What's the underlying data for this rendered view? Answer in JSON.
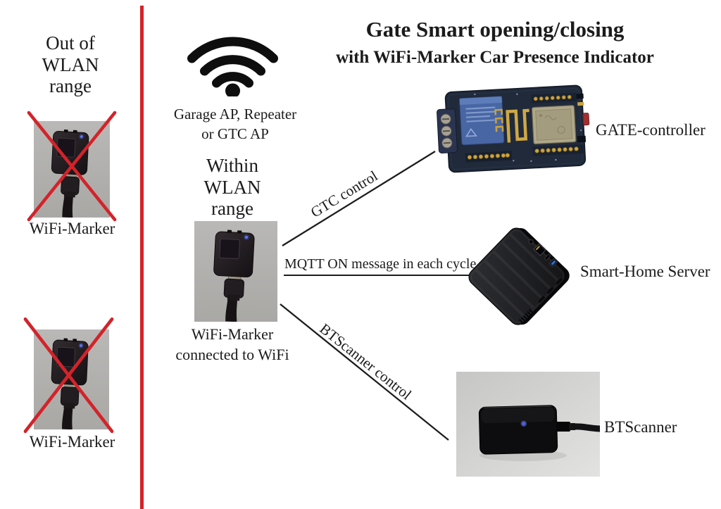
{
  "title": {
    "line1": "Gate Smart opening/closing",
    "line2": "with WiFi-Marker Car Presence Indicator"
  },
  "left_panel": {
    "heading": "Out of\nWLAN\nrange",
    "marker_top_label": "WiFi-Marker",
    "marker_bottom_label": "WiFi-Marker"
  },
  "center_panel": {
    "ap_caption": "Garage AP, Repeater\nor GTC AP",
    "range_heading": "Within\nWLAN\nrange",
    "marker_caption": "WiFi-Marker\nconnected to WiFi"
  },
  "devices": {
    "gate_controller": {
      "label": "GATE-controller"
    },
    "smart_home_server": {
      "label": "Smart-Home Server"
    },
    "btscanner": {
      "label": "BTScanner"
    }
  },
  "connections": {
    "gtc": {
      "label": "GTC control"
    },
    "mqtt": {
      "label": "MQTT ON message in each cycle"
    },
    "bt": {
      "label": "BTScanner control"
    }
  },
  "icons": {
    "access_point": "wifi-icon",
    "out_of_range_mark": "red-cross-icon"
  },
  "colors": {
    "accent_red": "#d3232a",
    "line_black": "#1c1c1c",
    "text": "#1b1b1b",
    "photo_background_gray": "#b3b2b0"
  }
}
